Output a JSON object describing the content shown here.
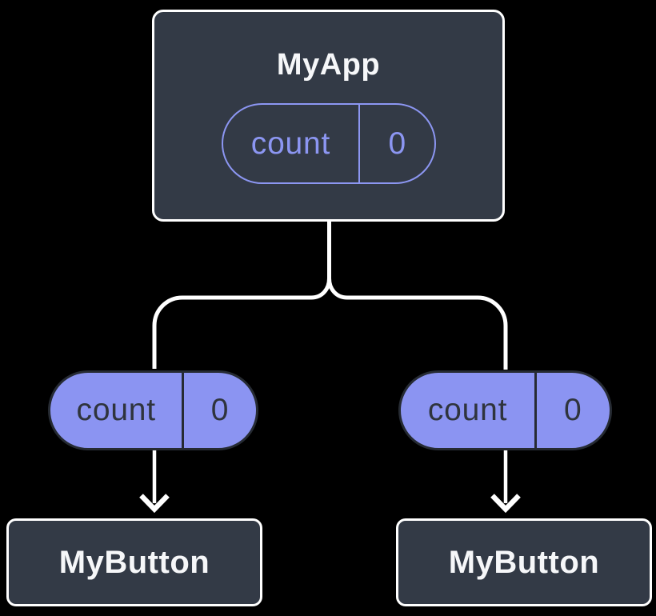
{
  "page": {
    "background": "#000000",
    "description": "React component tree diagram: parent state passed down as props"
  },
  "colors": {
    "node_fill": "#333A46",
    "node_border": "#FFFFFF",
    "connector_line": "#FFFFFF",
    "purple_outline": "#8C96F2",
    "purple_fill": "#8B94F2",
    "pill_dark_text": "#2F343D",
    "pill_dark_divider": "#262B33",
    "text_light": "#F6F7F9"
  },
  "tree": {
    "root": {
      "title": "MyApp",
      "state": {
        "key": "count",
        "value": "0"
      }
    },
    "children": [
      {
        "title": "MyButton",
        "prop": {
          "key": "count",
          "value": "0"
        }
      },
      {
        "title": "MyButton",
        "prop": {
          "key": "count",
          "value": "0"
        }
      }
    ]
  }
}
